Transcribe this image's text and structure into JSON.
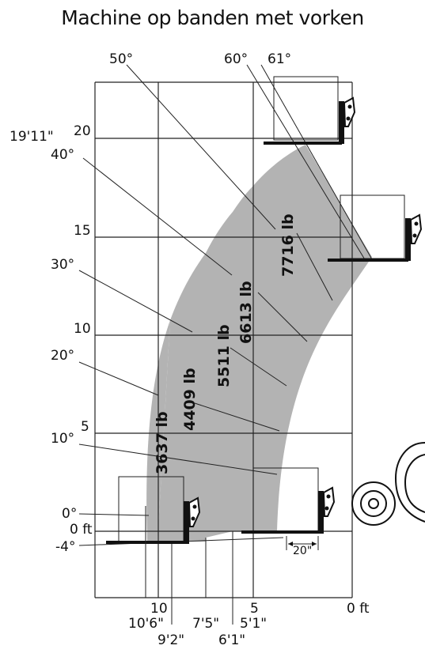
{
  "title": "Machine op banden met vorken",
  "heights": {
    "h20": "20",
    "h15": "15",
    "h10": "10",
    "h5": "5",
    "h0": "0 ft",
    "max": "19'11\""
  },
  "reach_ticks": {
    "r10": "10",
    "r5": "5",
    "r0": "0 ft"
  },
  "angles": {
    "a50": "50°",
    "a60": "60°",
    "a61": "61°",
    "a40": "40°",
    "a30": "30°",
    "a20": "20°",
    "a10": "10°",
    "a0": "0°",
    "am4": "-4°"
  },
  "capacities": {
    "c3637": "3637 lb",
    "c4409": "4409 lb",
    "c5511": "5511 lb",
    "c6613": "6613 lb",
    "c7716": "7716 lb"
  },
  "bottom_dims": {
    "d106": "10'6\"",
    "d92": "9'2\"",
    "d75": "7'5\"",
    "d61": "6'1\"",
    "d51": "5'1\""
  },
  "load_center": "20\""
}
